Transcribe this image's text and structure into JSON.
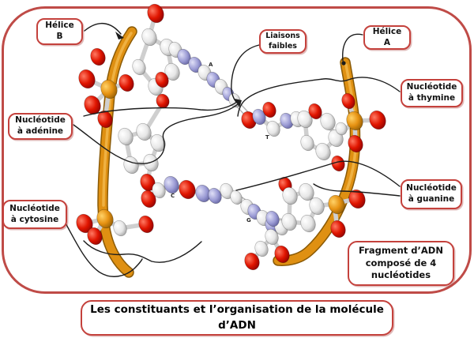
{
  "diagram": {
    "title": "Les constituants et l’organisation de la molécule\nd’ADN",
    "labels": {
      "helice_b": "Hélice\nB",
      "helice_a": "Hélice\nA",
      "liaisons_faibles": "Liaisons\nfaibles",
      "nucleotide_thymine": "Nucléotide\nà thymine",
      "nucleotide_adenine": "Nucléotide\nà adénine",
      "nucleotide_guanine": "Nucléotide\nà guanine",
      "nucleotide_cytosine": "Nucléotide\nà cytosine",
      "fragment_adn": "Fragment d’ADN\ncomposé de 4\nnucléotides"
    },
    "molecule_letters": {
      "adenine": "A",
      "thymine": "T",
      "cytosine": "C",
      "guanine": "G"
    },
    "colors": {
      "frame_border": "#bf4b47",
      "label_border": "#c4413c",
      "helix_orange": "#e09114",
      "oxygen_red": "#d51000",
      "nitrogen_blue": "#9191cf",
      "carbon_white": "#e9e9e9",
      "callout_line": "#1c1c1c"
    }
  }
}
